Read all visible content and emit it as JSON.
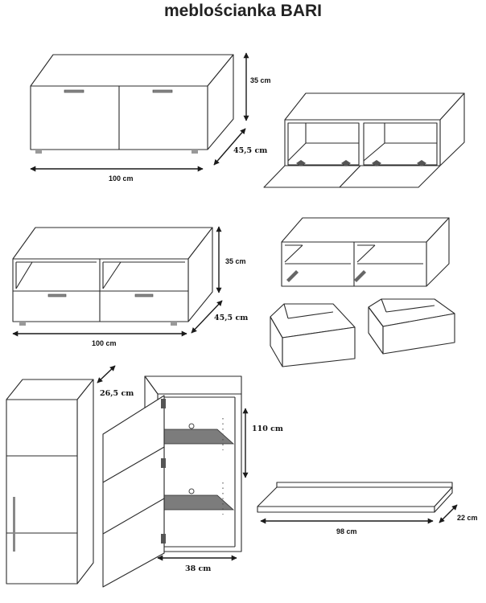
{
  "title": "meblościanka BARI",
  "dims": {
    "cabinet1_height": "35 cm",
    "cabinet1_depth": "45,5 cm",
    "cabinet1_width": "100 cm",
    "cabinet2_height": "35 cm",
    "cabinet2_depth": "45,5 cm",
    "cabinet2_width": "100 cm",
    "tall_depth": "26,5 cm",
    "tall_height": "110 cm",
    "tall_width": "38 cm",
    "shelf_width": "98 cm",
    "shelf_depth": "22 cm"
  }
}
